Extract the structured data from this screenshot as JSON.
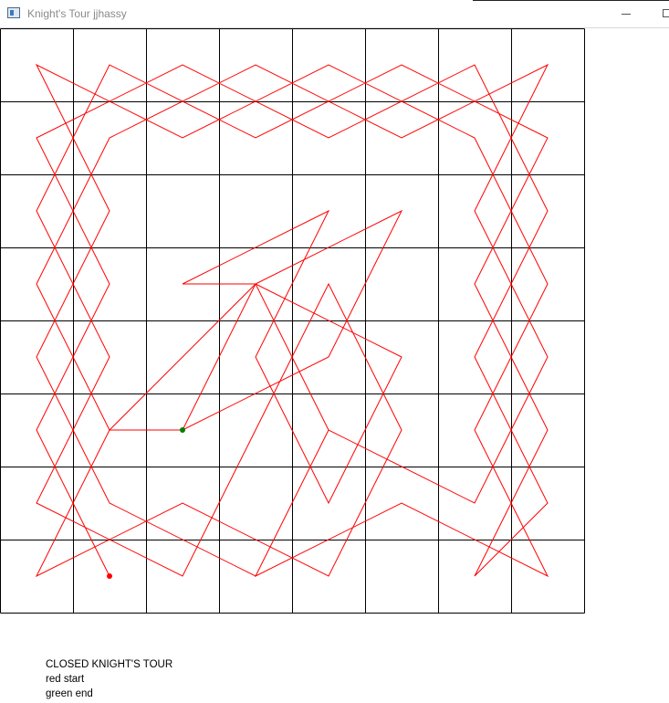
{
  "window": {
    "title": "Knight's Tour jjhassy",
    "icon": "app-window-icon"
  },
  "board": {
    "size": 8,
    "grid_color": "#000000",
    "path_color": "#ff0000",
    "start_color": "#ff0000",
    "end_color": "#008000",
    "tour": [
      [
        1,
        7
      ],
      [
        0,
        5
      ],
      [
        1,
        3
      ],
      [
        0,
        1
      ],
      [
        2,
        0
      ],
      [
        4,
        1
      ],
      [
        6,
        0
      ],
      [
        7,
        2
      ],
      [
        6,
        4
      ],
      [
        7,
        6
      ],
      [
        6,
        7
      ],
      [
        7,
        5
      ],
      [
        6,
        3
      ],
      [
        7,
        1
      ],
      [
        5,
        0
      ],
      [
        3,
        1
      ],
      [
        1,
        0
      ],
      [
        0,
        2
      ],
      [
        1,
        4
      ],
      [
        0,
        6
      ],
      [
        2,
        7
      ],
      [
        3,
        5
      ],
      [
        4,
        3
      ],
      [
        5,
        5
      ],
      [
        4,
        7
      ],
      [
        2,
        6
      ],
      [
        0,
        7
      ],
      [
        1,
        5
      ],
      [
        0,
        3
      ],
      [
        1,
        1
      ],
      [
        3,
        0
      ],
      [
        5,
        1
      ],
      [
        7,
        0
      ],
      [
        6,
        2
      ],
      [
        7,
        4
      ],
      [
        6,
        6
      ],
      [
        4,
        5
      ],
      [
        3,
        7
      ],
      [
        5,
        6
      ],
      [
        7,
        7
      ],
      [
        6,
        5
      ],
      [
        7,
        3
      ],
      [
        6,
        1
      ],
      [
        4,
        0
      ],
      [
        2,
        1
      ],
      [
        0,
        0
      ],
      [
        1,
        2
      ],
      [
        0,
        4
      ],
      [
        1,
        6
      ],
      [
        3,
        7
      ],
      [
        4,
        5
      ],
      [
        3,
        3
      ],
      [
        5,
        2
      ],
      [
        4,
        4
      ],
      [
        2,
        5
      ],
      [
        3,
        3
      ],
      [
        2,
        3
      ],
      [
        4,
        2
      ],
      [
        3,
        4
      ],
      [
        4,
        6
      ],
      [
        5,
        4
      ],
      [
        3,
        3
      ],
      [
        1,
        5
      ],
      [
        2,
        5
      ]
    ]
  },
  "caption": {
    "line1": "CLOSED KNIGHT'S TOUR",
    "line2": "red start",
    "line3": "green end"
  }
}
